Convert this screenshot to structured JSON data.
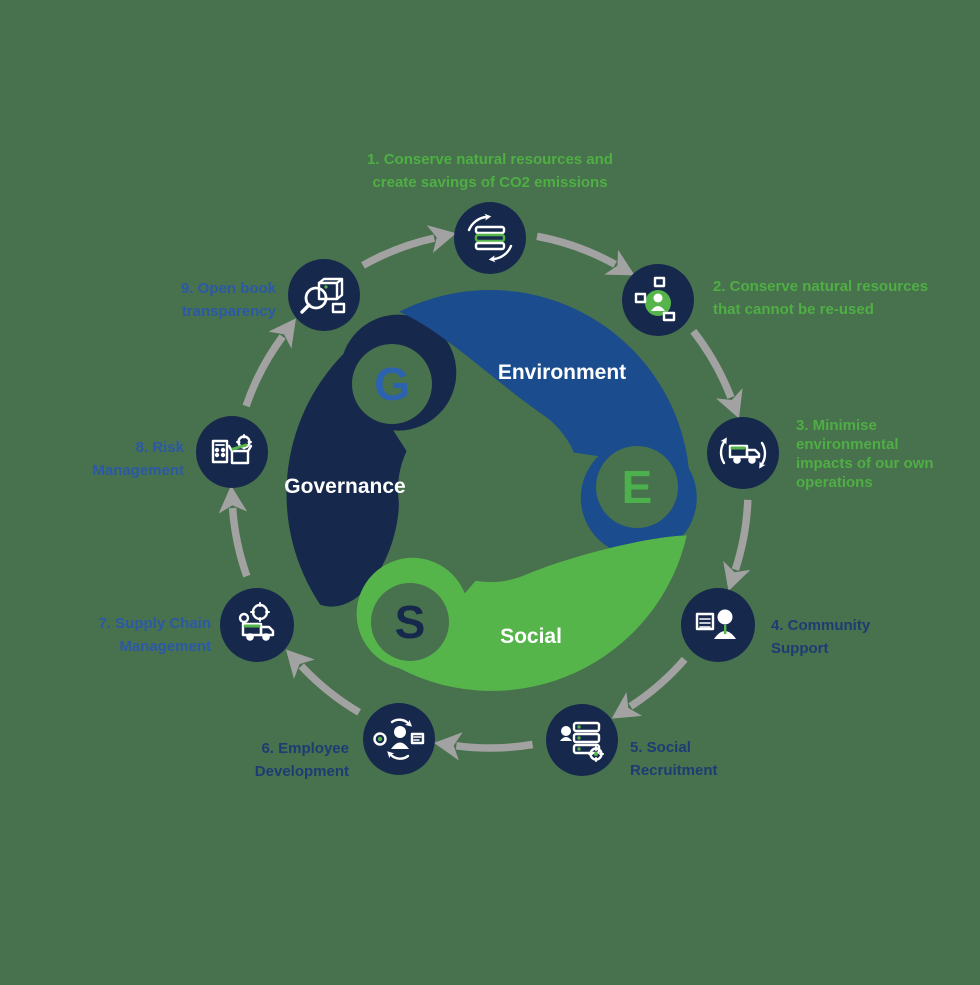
{
  "title": "ESG cycle diagram",
  "colors": {
    "background": "#48714e",
    "navy": "#16294d",
    "blue": "#1b4c8d",
    "green": "#56b54a",
    "arrow": "#a2a2a2",
    "white": "#ffffff"
  },
  "center": {
    "segments": [
      {
        "id": "environment",
        "label": "Environment",
        "letter": "E",
        "color": "#1b4c8d",
        "letter_color": "#4cb04c"
      },
      {
        "id": "social",
        "label": "Social",
        "letter": "S",
        "color": "#56b54a",
        "letter_color": "#16294d"
      },
      {
        "id": "governance",
        "label": "Governance",
        "letter": "G",
        "color": "#16294d",
        "letter_color": "#2c62ae"
      }
    ]
  },
  "steps": [
    {
      "n": "1",
      "color": "#4fae44",
      "icon": "servers-recycle-icon",
      "lines": [
        "1. Conserve natural resources and",
        "create savings of CO2 emissions"
      ]
    },
    {
      "n": "2",
      "color": "#4fae44",
      "icon": "person-resources-icon",
      "lines": [
        "2. Conserve natural resources",
        "that cannot be re-used"
      ]
    },
    {
      "n": "3",
      "color": "#4fae44",
      "icon": "truck-recycle-icon",
      "lines": [
        "3. Minimise",
        "environmental",
        "impacts of our own",
        "operations"
      ]
    },
    {
      "n": "4",
      "color": "#1e3c74",
      "icon": "community-person-icon",
      "lines": [
        "4. Community",
        "Support"
      ]
    },
    {
      "n": "5",
      "color": "#1e3c74",
      "icon": "recruitment-servers-icon",
      "lines": [
        "5. Social",
        "Recruitment"
      ]
    },
    {
      "n": "6",
      "color": "#1e3c74",
      "icon": "employee-growth-icon",
      "lines": [
        "6. Employee",
        "Development"
      ]
    },
    {
      "n": "7",
      "color": "#2b59a6",
      "icon": "supply-truck-gears-icon",
      "lines": [
        "7. Supply Chain",
        "Management"
      ]
    },
    {
      "n": "8",
      "color": "#2b59a6",
      "icon": "risk-calculator-icon",
      "lines": [
        "8. Risk",
        "Management"
      ]
    },
    {
      "n": "9",
      "color": "#2b59a6",
      "icon": "openbook-magnifier-icon",
      "lines": [
        "9. Open book",
        "transparency"
      ]
    }
  ]
}
